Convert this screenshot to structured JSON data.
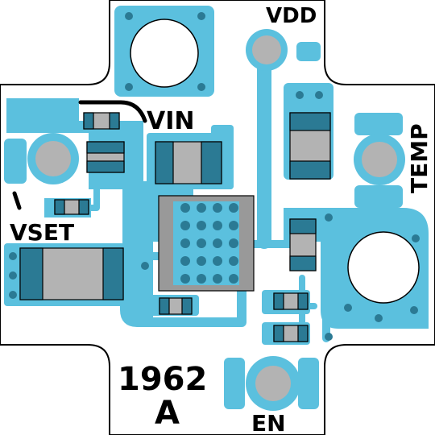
{
  "labels": {
    "vdd": "VDD",
    "vin": "VIN",
    "temp": "TEMP",
    "vset": "VSET",
    "en": "EN",
    "part_number": "1962",
    "revision": "A"
  },
  "colors": {
    "copper": "#5bc0de",
    "board_outline": "#000000",
    "component": "#2b7a94",
    "pad_gray": "#b3b3b3",
    "hole_white": "#ffffff"
  }
}
